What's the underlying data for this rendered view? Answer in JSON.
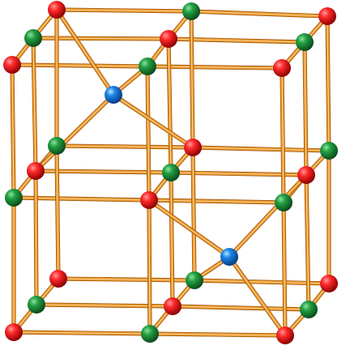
{
  "figure": {
    "kind": "crystal-lattice-ball-and-stick",
    "atom_types": [
      "red",
      "green",
      "blue"
    ],
    "colors": {
      "background": "#ffffff",
      "bond": "#e8962a",
      "bond_highlight": "#ffd08a",
      "bond_shadow": "#a35a10",
      "red_atom": "#e01818",
      "red_atom_highlight": "#ff9a9a",
      "green_atom": "#1e8a3a",
      "green_atom_highlight": "#8fe0a0",
      "blue_atom": "#1a86e6",
      "blue_atom_highlight": "#b8e2ff"
    }
  }
}
